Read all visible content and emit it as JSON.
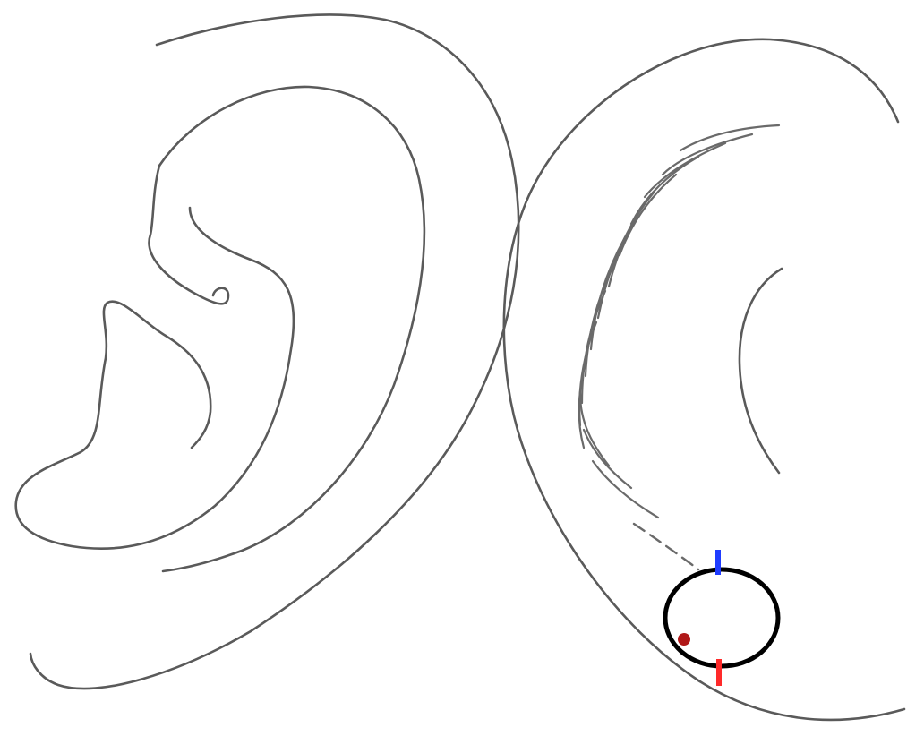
{
  "figure": {
    "panels": [
      {
        "id": "front-view",
        "subject": "ear-front-view"
      },
      {
        "id": "back-view",
        "subject": "ear-back-view"
      }
    ],
    "markers": {
      "ring": {
        "color": "#000000"
      },
      "top_tick": {
        "color": "#1f3cff"
      },
      "bottom_tick": {
        "color": "#ff2a2a"
      },
      "dot": {
        "color": "#b01818"
      }
    },
    "line_color": "#5a5a5a",
    "background": "#ffffff"
  }
}
